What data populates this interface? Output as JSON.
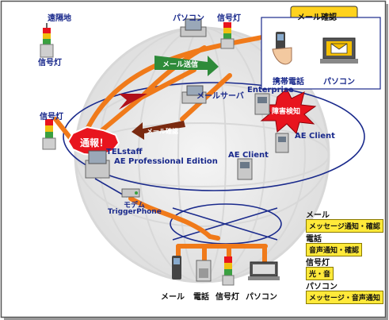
{
  "labels": {
    "remote_site": "遠隔地",
    "signal_light": "信号灯",
    "pc": "パソコン",
    "mail_send": "メール送信",
    "mail_confirm_bubble": "メール確認",
    "mobile_phone": "携帯電話",
    "mail_server": "メールサーバ",
    "enterprise": "Enterprise",
    "fault_detect": "障害検知",
    "mail_confirm": "メール確認",
    "notify": "通報！",
    "telstaff": "TELstaff",
    "product": "AE Professional Edition",
    "ae_client": "AE Client",
    "modem": "モデム",
    "triggerphone": "TriggerPhone",
    "bottom_mail": "メール",
    "bottom_phone": "電話",
    "bottom_signal": "信号灯",
    "bottom_pc": "パソコン"
  },
  "legend": [
    {
      "title": "メール",
      "desc": "メッセージ通知・確認"
    },
    {
      "title": "電話",
      "desc": "音声通知・確認"
    },
    {
      "title": "信号灯",
      "desc": "光・音"
    },
    {
      "title": "パソコン",
      "desc": "メッセージ・音声通知"
    }
  ],
  "colors": {
    "orange_line": "#f07a1a",
    "network_line": "#1a2a8c",
    "label_blue": "#1a2a8c",
    "bubble_yellow": "#ffd21e",
    "alert_red": "#e8141e",
    "legend_yellow": "#ffe93a",
    "arrow_green": "#2e8b3a",
    "arrow_brown": "#7a2a10"
  }
}
